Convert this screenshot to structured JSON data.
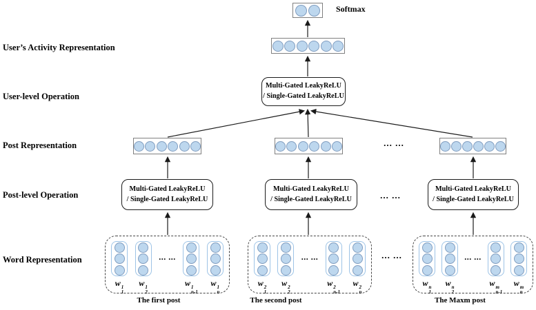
{
  "row_labels": {
    "activity": "User’s Activity Representation",
    "user_op": "User-level Operation",
    "post_rep": "Post Representation",
    "post_op": "Post-level Operation",
    "word_rep": "Word Representation"
  },
  "softmax_label": "Softmax",
  "op_text": {
    "line1": "Multi-Gated LeakyReLU",
    "line2": "/ Single-Gated LeakyReLU"
  },
  "ellipsis": "... ...",
  "word_base": "w",
  "groups": [
    {
      "caption": "The first post",
      "labels": [
        {
          "sup": "1",
          "sub": "1"
        },
        {
          "sup": "1",
          "sub": "2"
        },
        {
          "sup": "1",
          "sub": "n-1"
        },
        {
          "sup": "1",
          "sub": "n"
        }
      ]
    },
    {
      "caption": "The second post",
      "labels": [
        {
          "sup": "2",
          "sub": "1"
        },
        {
          "sup": "2",
          "sub": "2"
        },
        {
          "sup": "2",
          "sub": "n-1"
        },
        {
          "sup": "2",
          "sub": "n"
        }
      ]
    },
    {
      "caption": "The Maxm post",
      "labels": [
        {
          "sup": "n",
          "sub": "1"
        },
        {
          "sup": "n",
          "sub": "2"
        },
        {
          "sup": "m",
          "sub": "n-1"
        },
        {
          "sup": "m",
          "sub": "n"
        }
      ]
    }
  ],
  "colors": {
    "node_fill": "#bdd7ee",
    "node_border": "#7f9cbf",
    "vector_border": "#9dc3e6",
    "box_border": "#7f7f7f",
    "op_border": "#1a1a1a",
    "dashed_border": "#444444",
    "text": "#000000"
  }
}
